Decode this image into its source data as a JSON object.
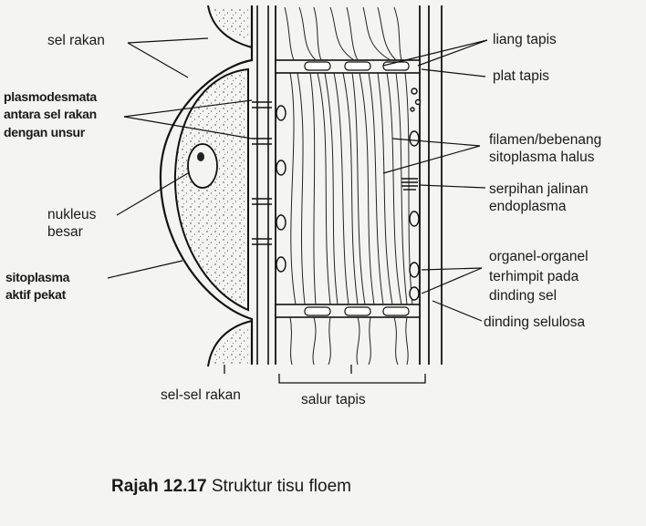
{
  "labels": {
    "sel_rakan": "sel rakan",
    "plasmodesmata_1": "plasmodesmata",
    "plasmodesmata_2": "antara sel rakan",
    "plasmodesmata_3": "dengan unsur",
    "nukleus_1": "nukleus",
    "nukleus_2": "besar",
    "sitoplasma_1": "sitoplasma",
    "sitoplasma_2": "aktif pekat",
    "liang_tapis": "liang tapis",
    "plat_tapis": "plat tapis",
    "filamen_1": "filamen/bebenang",
    "filamen_2": "sitoplasma halus",
    "serpihan_1": "serpihan jalinan",
    "serpihan_2": "endoplasma",
    "organel_1": "organel-organel",
    "organel_2": "terhimpit pada",
    "organel_3": "dinding sel",
    "dinding_selulosa": "dinding selulosa",
    "sel_sel_rakan": "sel-sel rakan",
    "salur_tapis": "salur tapis"
  },
  "caption": {
    "number": "Rajah 12.17",
    "text": "Struktur tisu floem"
  }
}
